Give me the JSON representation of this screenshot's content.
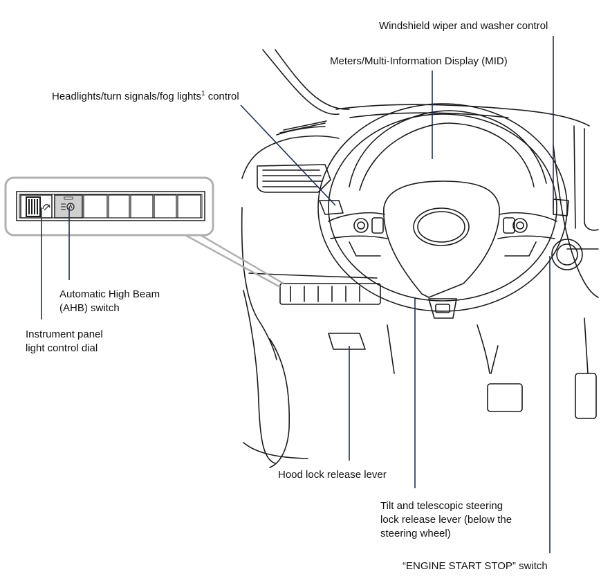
{
  "colors": {
    "leader": "#1e2f5a",
    "inset_border": "#b0b0b0",
    "ink": "#1a1a1a"
  },
  "labels": {
    "wiper": "Windshield wiper and washer control",
    "mid": "Meters/Multi-Information Display (MID)",
    "headlights_pre": "Headlights/turn signals/fog lights",
    "headlights_sup": "1",
    "headlights_post": " control",
    "ahb_line1": "Automatic High Beam",
    "ahb_line2": "(AHB) switch",
    "dial_line1": "Instrument panel",
    "dial_line2": "light control dial",
    "hood": "Hood lock release lever",
    "tilt_line1": "Tilt and telescopic steering",
    "tilt_line2": "lock release lever (below the",
    "tilt_line3": "steering wheel)",
    "engine": "“ENGINE START STOP” switch"
  },
  "icons": [
    "dial-icon",
    "ahb-icon",
    "steering-wheel",
    "toyota-emblem",
    "engine-start-button",
    "pedals"
  ]
}
